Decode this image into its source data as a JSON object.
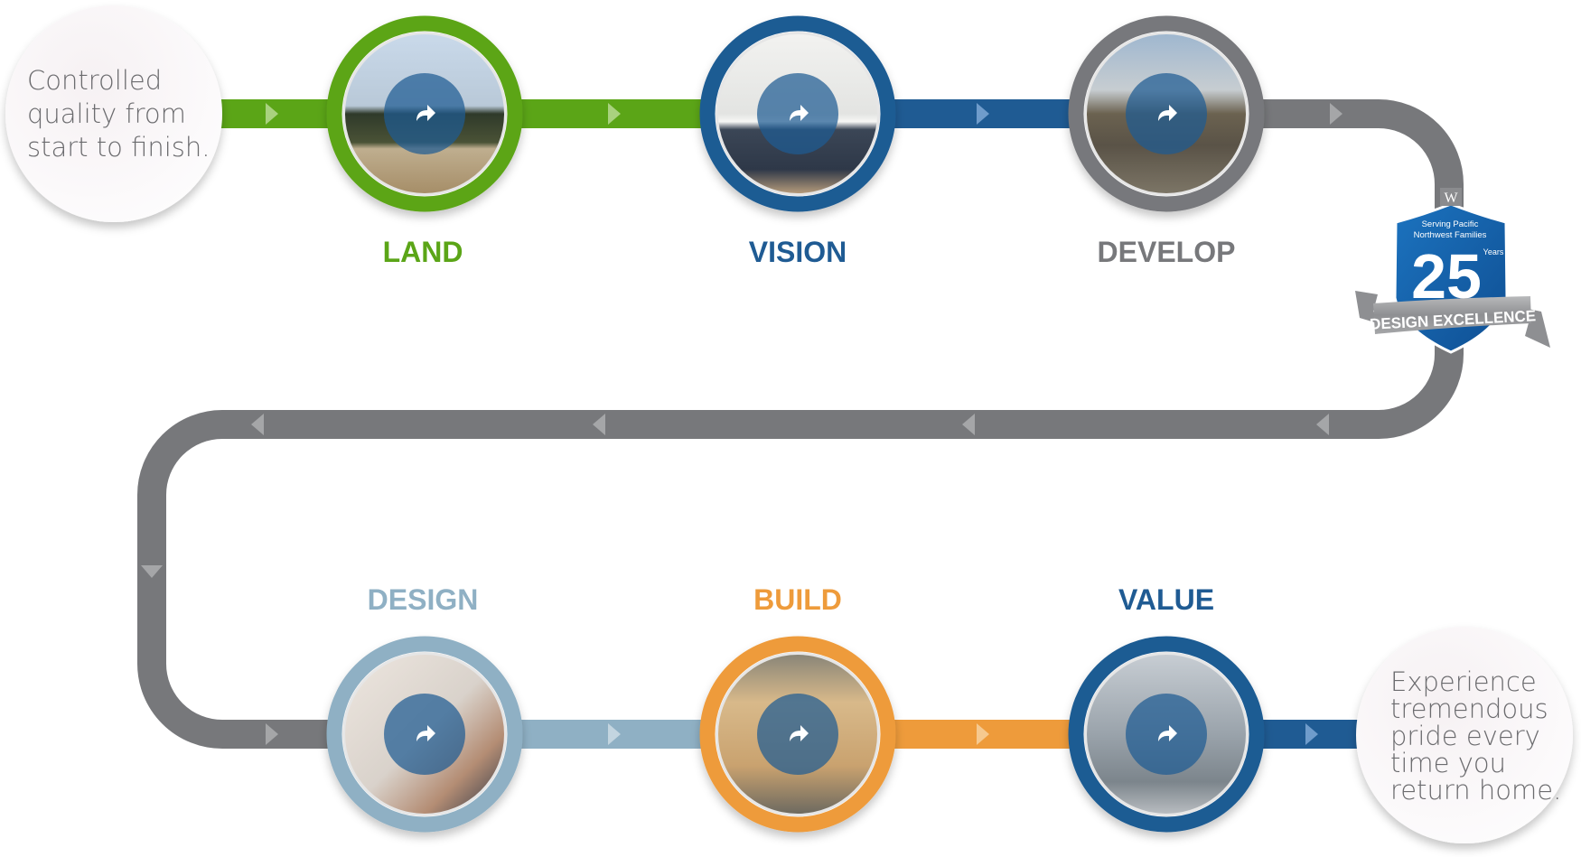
{
  "intro_text": [
    "Controlled",
    "quality from",
    "start to finish."
  ],
  "outro_text": [
    "Experience",
    "tremendous",
    "pride every",
    "time you",
    "return home."
  ],
  "steps": [
    {
      "label": "LAND",
      "color": "#5ba517",
      "icon": "share-arrow-icon"
    },
    {
      "label": "VISION",
      "color": "#1f5b93",
      "icon": "share-arrow-icon"
    },
    {
      "label": "DEVELOP",
      "color": "#77787b",
      "icon": "share-arrow-icon"
    },
    {
      "label": "DESIGN",
      "color": "#8fb0c4",
      "icon": "share-arrow-icon"
    },
    {
      "label": "BUILD",
      "color": "#ee9b3b",
      "icon": "share-arrow-icon"
    },
    {
      "label": "VALUE",
      "color": "#1f5b93",
      "icon": "share-arrow-icon"
    }
  ],
  "badge": {
    "logo": "W",
    "line1": "Serving Pacific",
    "line2": "Northwest Families",
    "number": "25",
    "unit": "Years",
    "ribbon": "DESIGN EXCELLENCE"
  }
}
